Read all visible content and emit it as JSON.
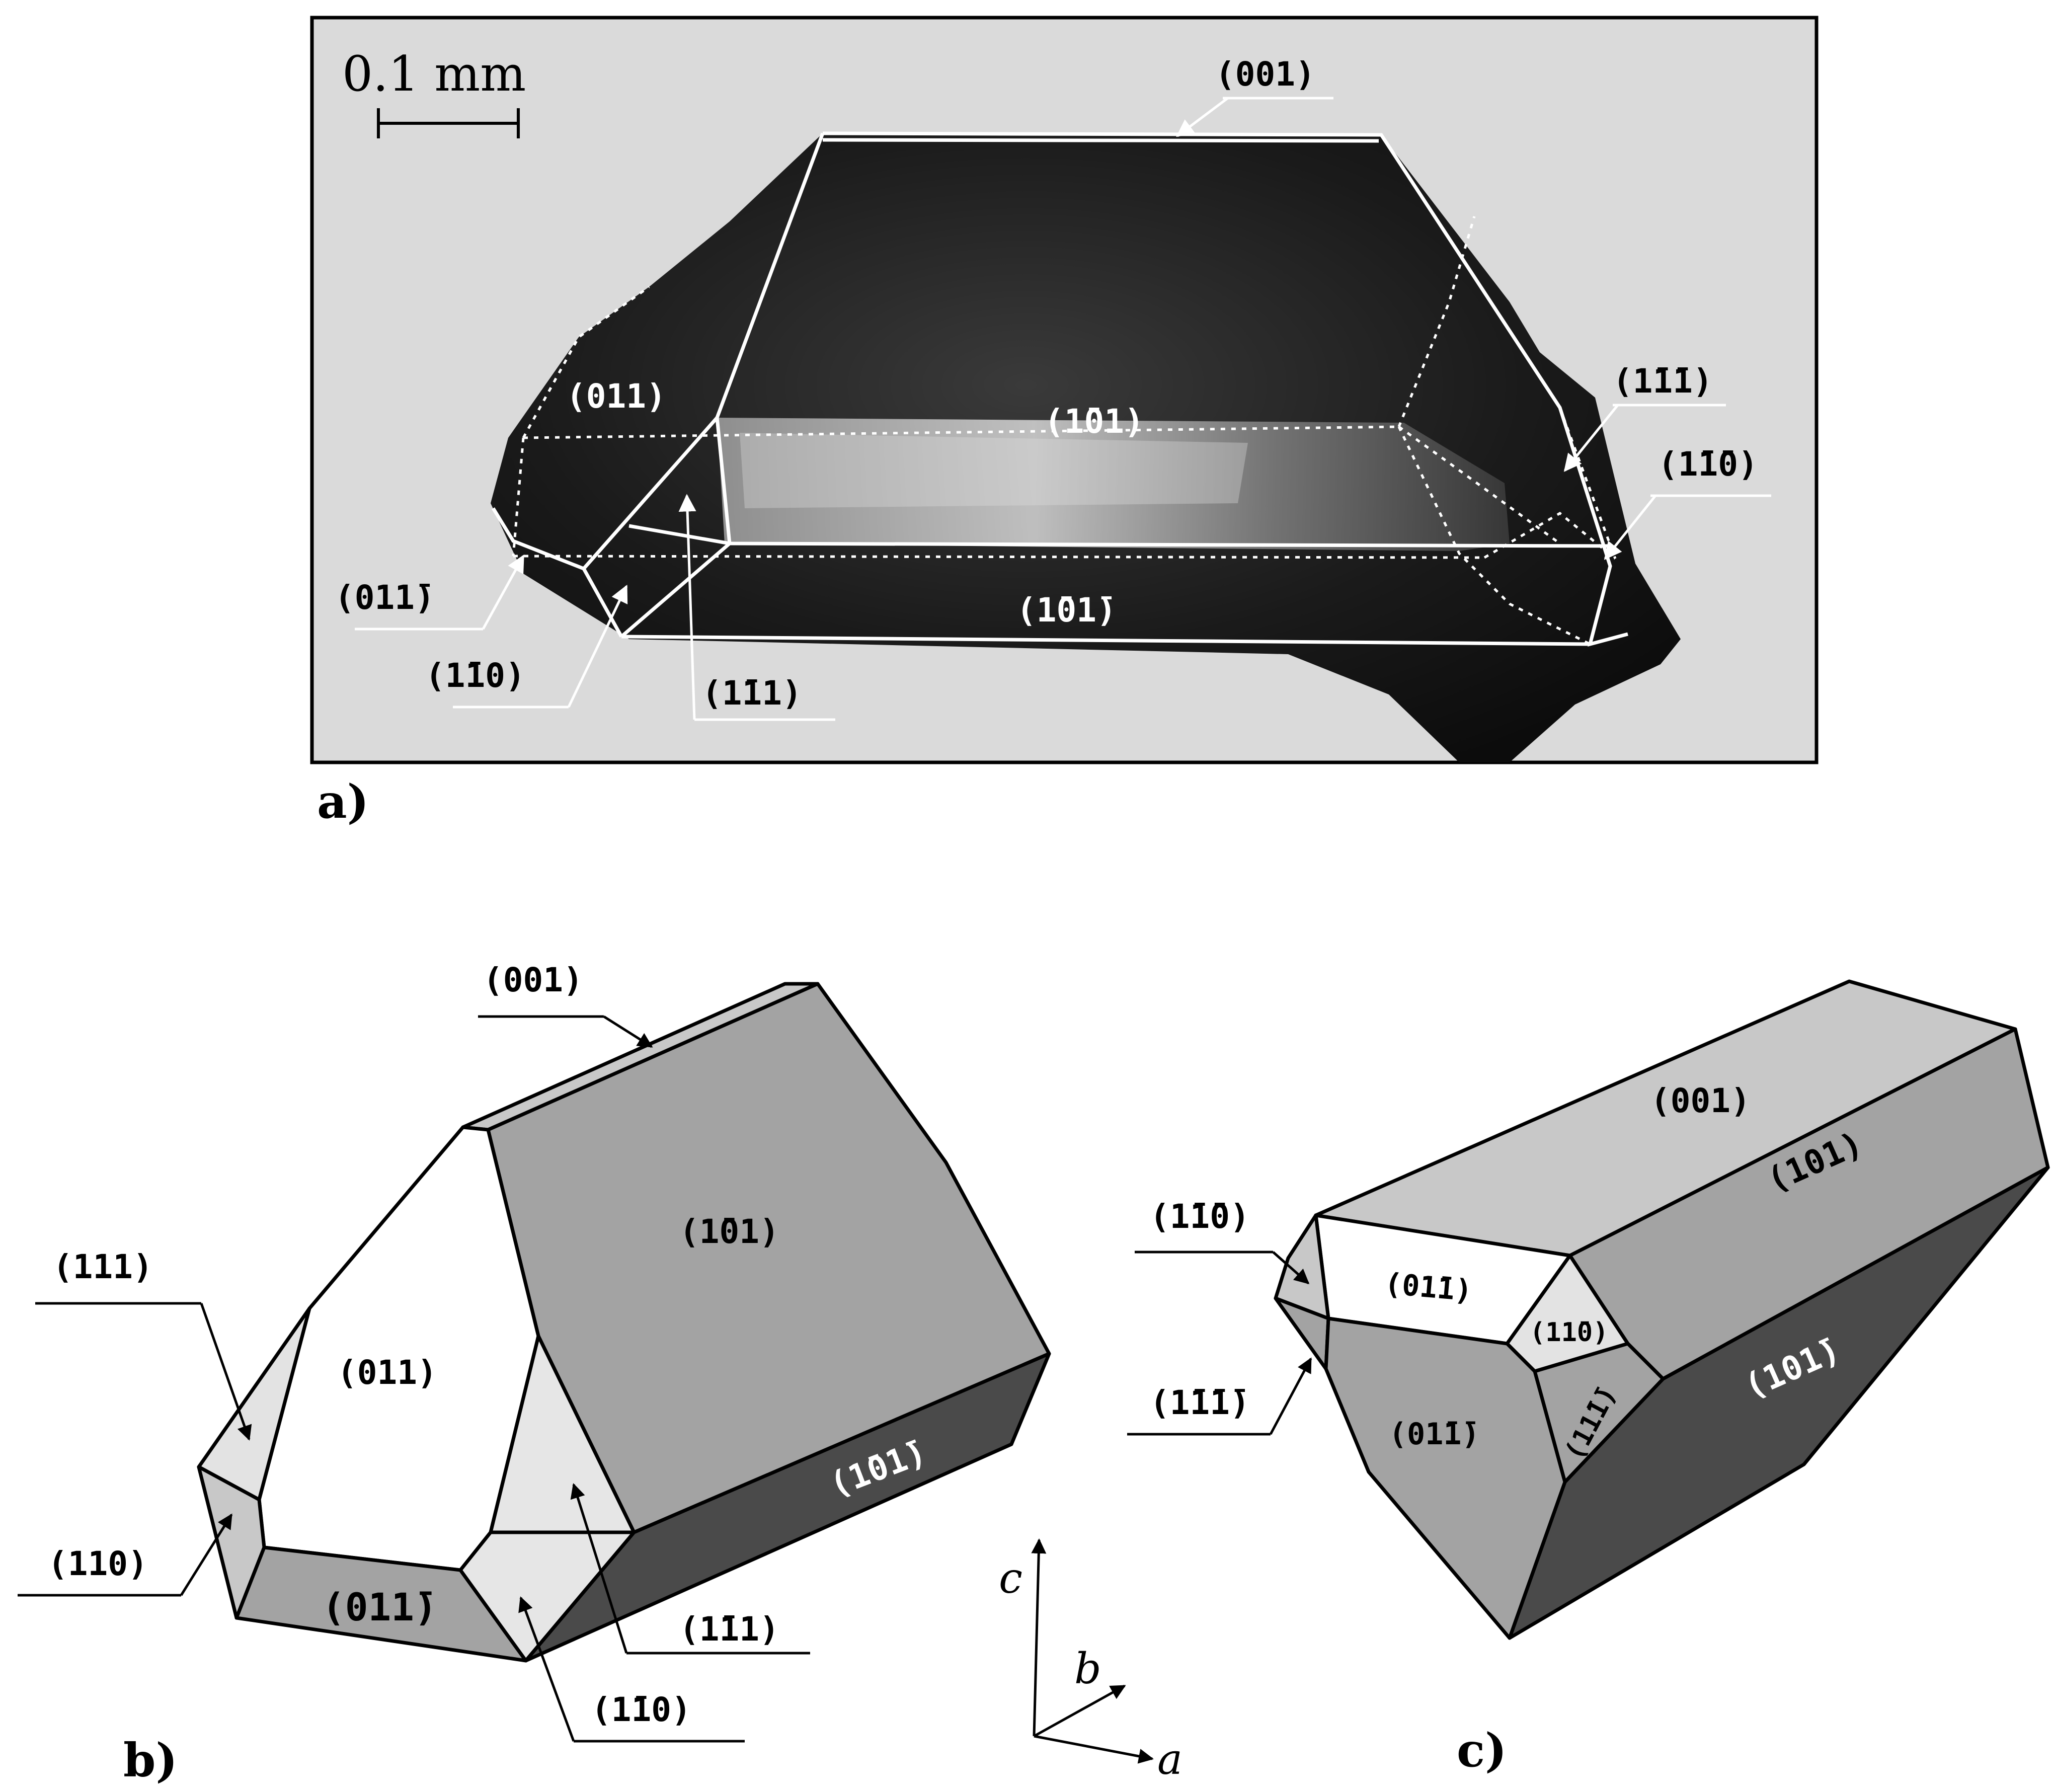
{
  "colors": {
    "outline": "#000000",
    "annotation": "#ffffff",
    "photo_background": "#dadada",
    "crystal_dark": "#121212",
    "face_white": "#ffffff",
    "face_light": "#e3e3e3",
    "face_mid": "#c8c8c8",
    "face_gray": "#a3a3a3",
    "face_dark": "#4a4a4a"
  },
  "panel_a": {
    "label": "a)",
    "scale_bar": "0.1 mm",
    "faces": {
      "f001": "(001)",
      "f011": "(011)",
      "fm101": "(1̄01)",
      "fm1m11": "(1̄1̄1)",
      "fm1m10": "(1̄1̄0)",
      "f01m1": "(011̄)",
      "fm101m1": "(1̄01̄)",
      "fm110": "(1̄10)",
      "fm111": "(1̄11)"
    }
  },
  "panel_b": {
    "label": "b)",
    "faces": {
      "f001": "(001)",
      "fm101": "(1̄01)",
      "f011": "(011)",
      "f111": "(111)",
      "f110": "(110)",
      "f01m1": "(011̄)",
      "fm101m1": "(1̄01̄)",
      "fm111": "(1̄11)",
      "fm110": "(1̄10)"
    }
  },
  "panel_c": {
    "label": "c)",
    "faces": {
      "f001": "(001)",
      "f101": "(101)",
      "f10m1": "(101̄)",
      "fm1m10": "(1̄1̄0)",
      "f0m11": "(01̄1)",
      "f1m10": "(11̄0)",
      "fm1m1m1": "(1̄1̄1̄)",
      "f0m1m1": "(01̄1̄)",
      "f1m1m1": "(11̄1̄)"
    }
  },
  "axes": {
    "c": "c",
    "b": "b",
    "a": "a"
  }
}
